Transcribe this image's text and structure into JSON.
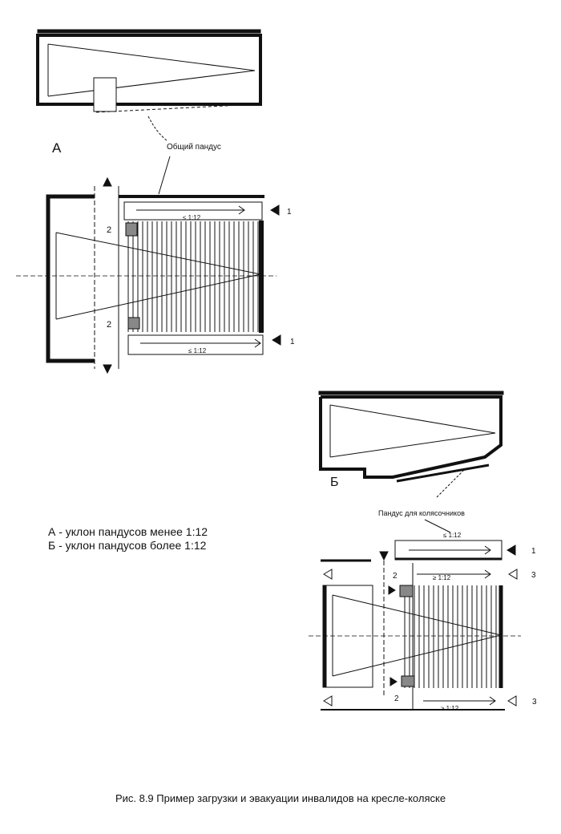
{
  "plan_a": {
    "letter": "А",
    "callout": "Общий пандус",
    "slope_top": "≤ 1:12",
    "slope_bottom": "≤ 1:12",
    "exit_top": "1",
    "exit_bottom": "1",
    "zone_top": "2",
    "zone_bottom": "2"
  },
  "plan_b": {
    "letter": "Б",
    "callout": "Пандус для колясочников",
    "slope_1": "≤ 1:12",
    "slope_3_top": "≥ 1:12",
    "slope_3_bottom": "≥ 1:12",
    "exit_1": "1",
    "exit_3_top": "3",
    "exit_3_bottom": "3",
    "zone_top": "2",
    "zone_bottom": "2"
  },
  "legend": [
    "А - уклон пандусов менее 1:12",
    "Б - уклон пандусов более 1:12"
  ],
  "caption": "Рис. 8.9 Пример загрузки и эвакуации инвалидов на кресле-коляске"
}
